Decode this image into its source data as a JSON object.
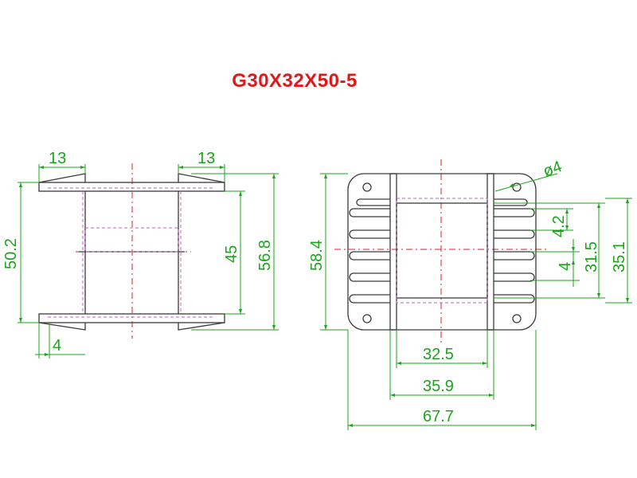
{
  "title": "G30X32X50-5",
  "colors": {
    "title": "#e01818",
    "dimension": "#1aa51a",
    "outline": "#3a3a3a",
    "centerline": "#d82020",
    "hidden": "#c060c0"
  },
  "side_view": {
    "dims": {
      "flange_top_left": "13",
      "flange_top_right": "13",
      "overall_height": "50.2",
      "inner_height": "45",
      "outer_height": "56.8",
      "flange_thickness": "4"
    }
  },
  "front_view": {
    "dims": {
      "hole": "ø4",
      "overall_height": "58.4",
      "slot_pitch": "4.2",
      "slot_width": "4",
      "window_height": "31.5",
      "total_height": "35.1",
      "window_width": "32.5",
      "core_width": "35.9",
      "overall_width": "67.7"
    }
  }
}
